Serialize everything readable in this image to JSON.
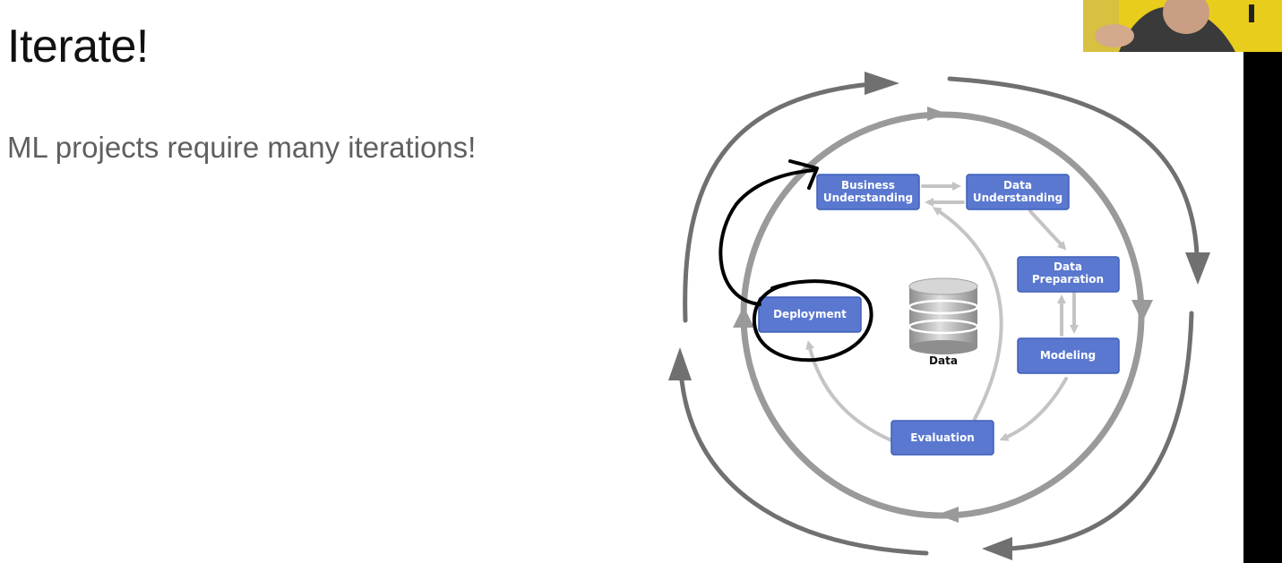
{
  "slide": {
    "title": "Iterate!",
    "bullet": "ML projects require many iterations!"
  },
  "diagram": {
    "phases": {
      "business_line1": "Business",
      "business_line2": "Understanding",
      "data_understanding_line1": "Data",
      "data_understanding_line2": "Understanding",
      "data_preparation_line1": "Data",
      "data_preparation_line2": "Preparation",
      "modeling": "Modeling",
      "evaluation": "Evaluation",
      "deployment": "Deployment"
    },
    "database_label": "Data",
    "colors": {
      "phase_box": "#5a78d0",
      "inner_arrow": "#c4c4c4",
      "middle_ring": "#999999",
      "outer_arrow": "#707070",
      "annotation_ink": "#000000"
    },
    "annotation": "hand-drawn circle around Deployment with arrow back to Business Understanding"
  },
  "presenter": {
    "webcam_background": "#e8cd1c"
  }
}
